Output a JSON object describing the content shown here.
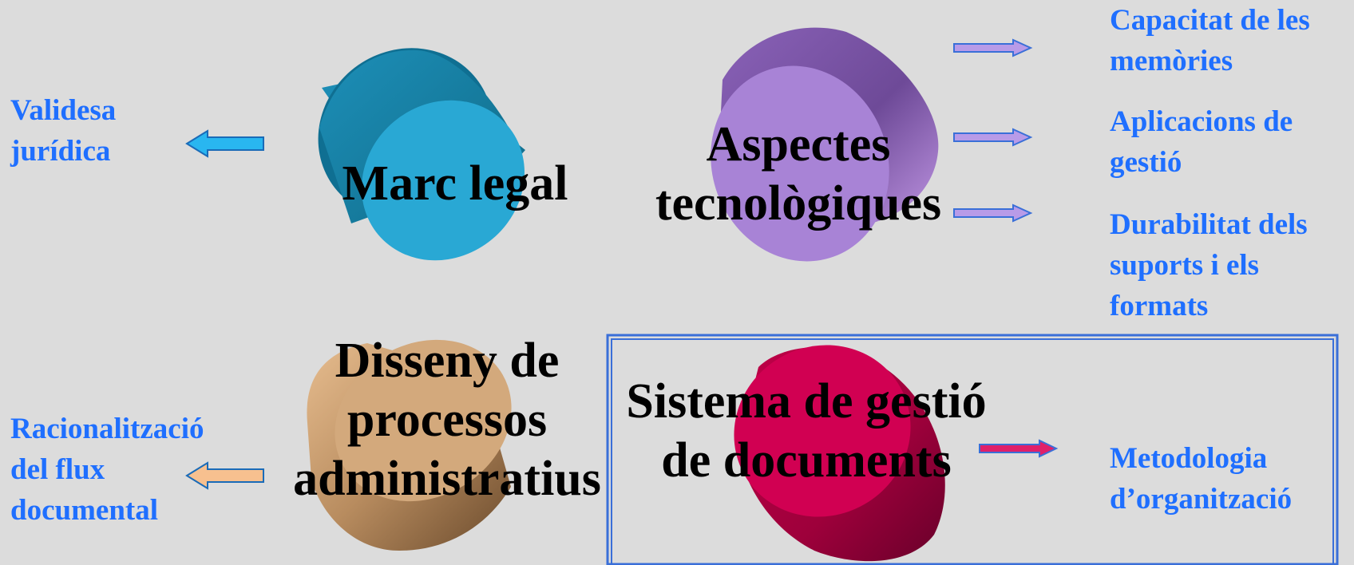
{
  "colors": {
    "background": "#dcdcdc",
    "side_text": "#1f6fff",
    "marc_legal": "#29a8d4",
    "aspectes": "#a883d6",
    "disseny": "#d3a97c",
    "sistema": "#d10052",
    "frame": "#3a6fd8"
  },
  "nodes": {
    "marc_legal": {
      "lines": [
        "Marc legal"
      ],
      "icon": "cylinder-icon"
    },
    "aspectes": {
      "lines": [
        "Aspectes",
        "tecnològiques"
      ],
      "icon": "cylinder-icon"
    },
    "disseny": {
      "lines": [
        "Disseny de",
        "processos",
        "administratius"
      ],
      "icon": "cylinder-icon"
    },
    "sistema": {
      "lines": [
        "Sistema de gestió",
        "de documents"
      ],
      "icon": "cylinder-icon"
    }
  },
  "outcomes": {
    "validesa": [
      "Validesa",
      "jurídica"
    ],
    "capacitat": [
      "Capacitat de les",
      "memòries"
    ],
    "aplicacions": [
      "Aplicacions de",
      "gestió"
    ],
    "durabilitat": [
      "Durabilitat dels",
      "suports i els",
      "formats"
    ],
    "racionalitzacio": [
      "Racionalització",
      "del flux",
      "documental"
    ],
    "metodologia": [
      "Metodologia",
      "d’organització"
    ]
  }
}
